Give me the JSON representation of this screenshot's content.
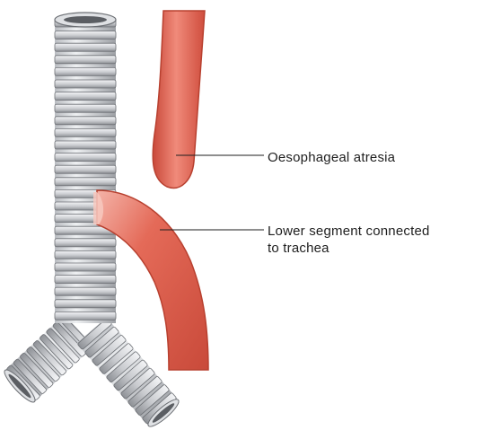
{
  "labels": {
    "oesophageal_atresia": "Oesophageal atresia",
    "lower_segment_line1": "Lower segment connected",
    "lower_segment_line2": "to trachea"
  },
  "colors": {
    "oesophagus_fill": "#e05c4b",
    "oesophagus_edge": "#b8402f",
    "oesophagus_highlight": "#f29a8c",
    "trachea_ring": "#c9cbcf",
    "trachea_ring_light": "#eceef0",
    "trachea_gap": "#6c6f74",
    "leader_line": "#1e1e1e"
  }
}
